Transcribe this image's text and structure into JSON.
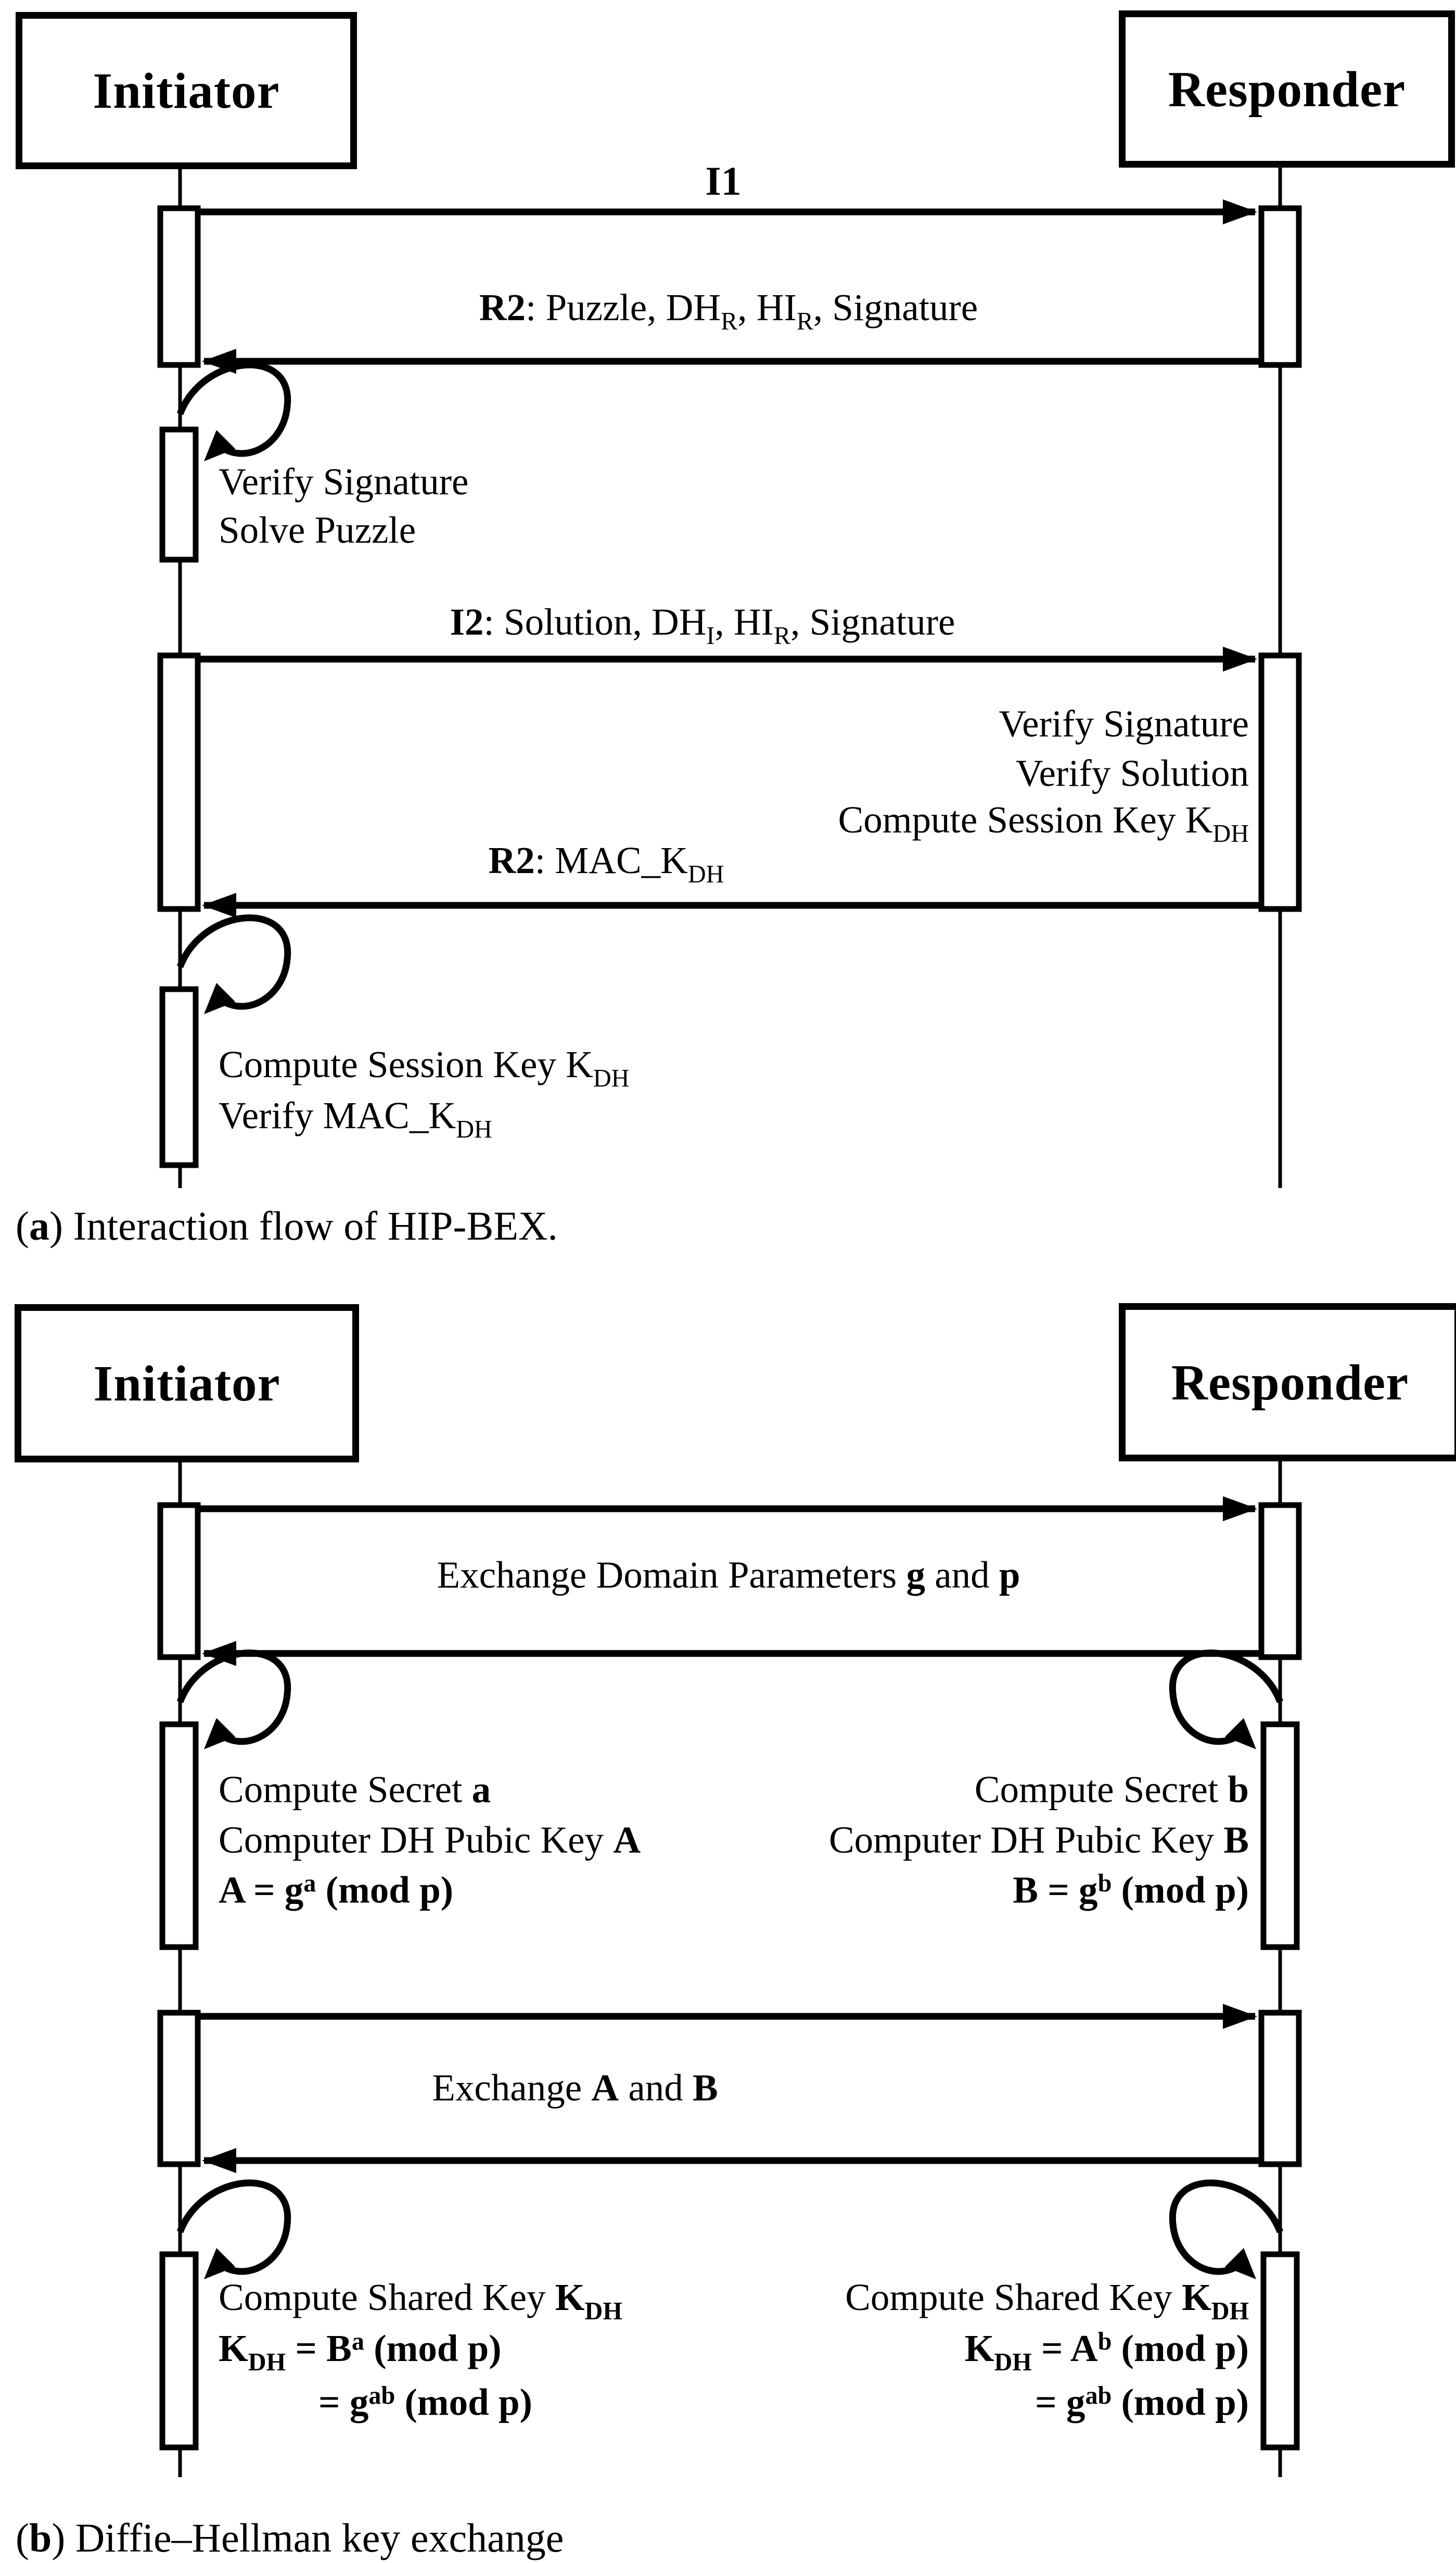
{
  "figure": {
    "type": "sequence-diagram",
    "panels": 2,
    "colors": {
      "ink": "#000000",
      "paper": "#ffffff"
    }
  },
  "diagram_a": {
    "actors": {
      "initiator": "Initiator",
      "responder": "Responder"
    },
    "messages": {
      "i1": [
        {
          "t": "I1",
          "b": true
        }
      ],
      "r2_puzzle": [
        {
          "t": "R2",
          "b": true
        },
        {
          "t": ": Puzzle, DH"
        },
        {
          "t": "R",
          "sub": true
        },
        {
          "t": ", HI"
        },
        {
          "t": "R",
          "sub": true
        },
        {
          "t": ", Signature"
        }
      ],
      "i2": [
        {
          "t": "I2",
          "b": true
        },
        {
          "t": ": Solution, DH"
        },
        {
          "t": "I",
          "sub": true
        },
        {
          "t": ", HI"
        },
        {
          "t": "R",
          "sub": true
        },
        {
          "t": ", Signature"
        }
      ],
      "r2_mac": [
        {
          "t": "R2",
          "b": true
        },
        {
          "t": ": MAC_K"
        },
        {
          "t": "DH",
          "sub": true
        }
      ]
    },
    "initiator_step1": {
      "line1": [
        {
          "t": "Verify Signature"
        }
      ],
      "line2": [
        {
          "t": "Solve Puzzle"
        }
      ]
    },
    "responder_step": {
      "line1": [
        {
          "t": "Verify Signature"
        }
      ],
      "line2": [
        {
          "t": "Verify Solution"
        }
      ],
      "line3": [
        {
          "t": "Compute Session Key K"
        },
        {
          "t": "DH",
          "sub": true
        }
      ]
    },
    "initiator_step2": {
      "line1": [
        {
          "t": "Compute Session Key K"
        },
        {
          "t": "DH",
          "sub": true
        }
      ],
      "line2": [
        {
          "t": "Verify MAC_K"
        },
        {
          "t": "DH",
          "sub": true
        }
      ]
    },
    "caption": [
      {
        "t": "("
      },
      {
        "t": "a",
        "b": true
      },
      {
        "t": ") Interaction flow of HIP-BEX."
      }
    ]
  },
  "diagram_b": {
    "actors": {
      "initiator": "Initiator",
      "responder": "Responder"
    },
    "messages": {
      "exchange_params": [
        {
          "t": "Exchange Domain Parameters "
        },
        {
          "t": "g",
          "b": true
        },
        {
          "t": " and "
        },
        {
          "t": "p",
          "b": true
        }
      ],
      "exchange_ab": [
        {
          "t": "Exchange "
        },
        {
          "t": "A",
          "b": true
        },
        {
          "t": " and "
        },
        {
          "t": "B",
          "b": true
        }
      ]
    },
    "initiator_secret": {
      "line1": [
        {
          "t": "Compute Secret "
        },
        {
          "t": "a",
          "b": true
        }
      ],
      "line2": [
        {
          "t": "Computer DH Pubic Key "
        },
        {
          "t": "A",
          "b": true
        }
      ],
      "line3": [
        {
          "t": "A = g",
          "b": true
        },
        {
          "t": "a",
          "b": true,
          "sup": true
        },
        {
          "t": " (mod p)",
          "b": true
        }
      ]
    },
    "responder_secret": {
      "line1": [
        {
          "t": "Compute Secret "
        },
        {
          "t": "b",
          "b": true
        }
      ],
      "line2": [
        {
          "t": "Computer DH Pubic Key "
        },
        {
          "t": "B",
          "b": true
        }
      ],
      "line3": [
        {
          "t": "B = g",
          "b": true
        },
        {
          "t": "b",
          "b": true,
          "sup": true
        },
        {
          "t": " (mod p)",
          "b": true
        }
      ]
    },
    "initiator_shared": {
      "line1": [
        {
          "t": "Compute Shared Key "
        },
        {
          "t": "K",
          "b": true
        },
        {
          "t": "DH",
          "b": true,
          "sub": true
        }
      ],
      "line2": [
        {
          "t": "K",
          "b": true
        },
        {
          "t": "DH",
          "b": true,
          "sub": true
        },
        {
          "t": " = B",
          "b": true
        },
        {
          "t": "a",
          "b": true,
          "sup": true
        },
        {
          "t": " (mod p)",
          "b": true
        }
      ],
      "line3": [
        {
          "t": "= g",
          "b": true
        },
        {
          "t": "ab",
          "b": true,
          "sup": true
        },
        {
          "t": " (mod p)",
          "b": true
        }
      ]
    },
    "responder_shared": {
      "line1": [
        {
          "t": "Compute Shared Key "
        },
        {
          "t": "K",
          "b": true
        },
        {
          "t": "DH",
          "b": true,
          "sub": true
        }
      ],
      "line2": [
        {
          "t": "K",
          "b": true
        },
        {
          "t": "DH",
          "b": true,
          "sub": true
        },
        {
          "t": " = A",
          "b": true
        },
        {
          "t": "b",
          "b": true,
          "sup": true
        },
        {
          "t": " (mod p)",
          "b": true
        }
      ],
      "line3": [
        {
          "t": "= g",
          "b": true
        },
        {
          "t": "ab",
          "b": true,
          "sup": true
        },
        {
          "t": " (mod p)",
          "b": true
        }
      ]
    },
    "caption": [
      {
        "t": "("
      },
      {
        "t": "b",
        "b": true
      },
      {
        "t": ") Diffie–Hellman key exchange"
      }
    ]
  }
}
